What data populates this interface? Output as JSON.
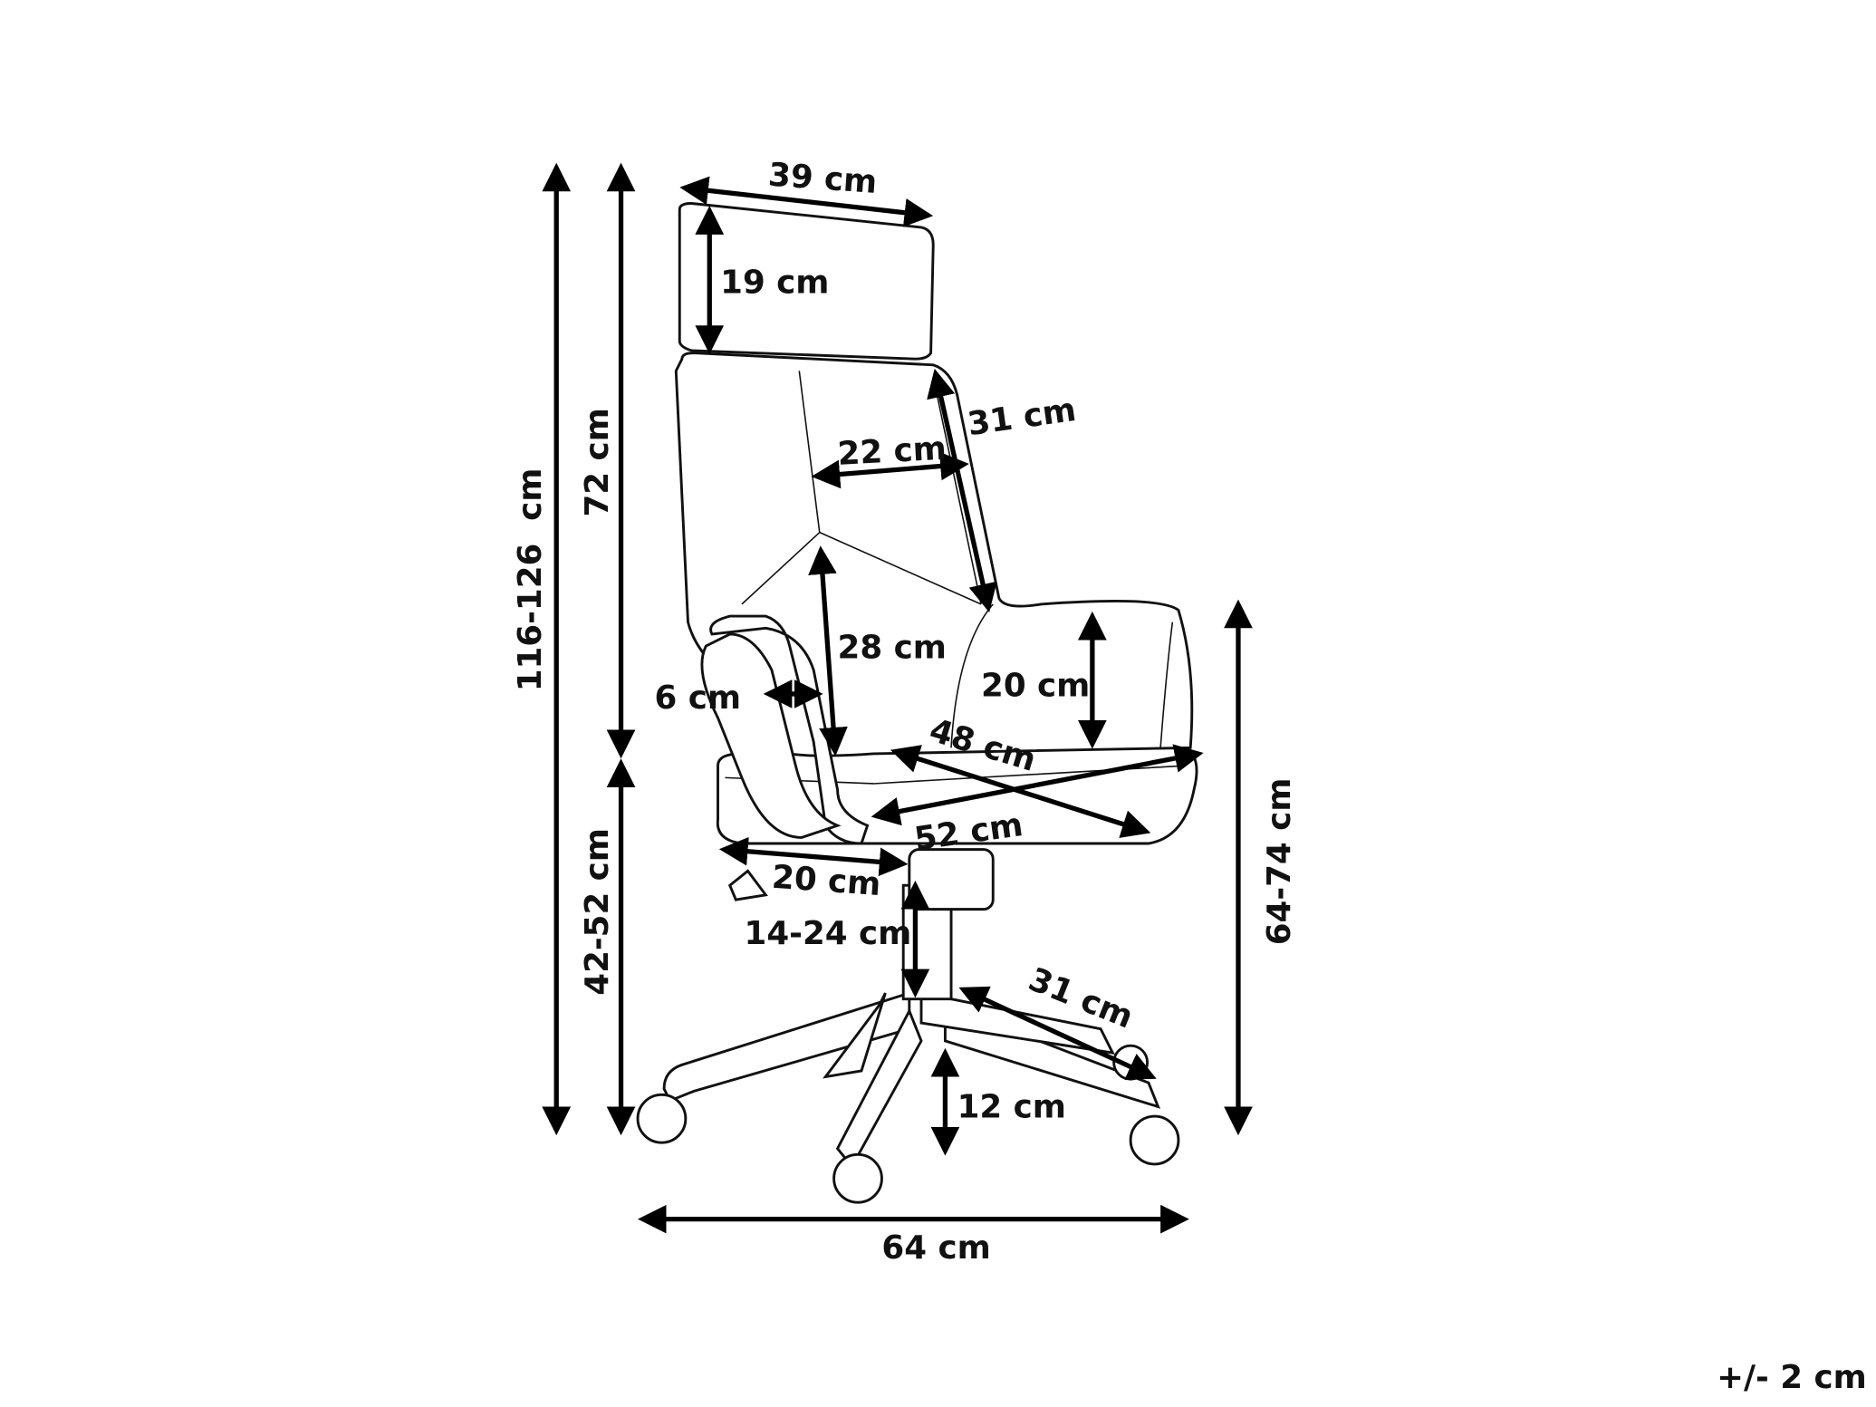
{
  "diagram": {
    "title": "Office chair dimensions",
    "tolerance": "+/- 2 cm",
    "dimensions": {
      "headrest_width": "39 cm",
      "headrest_height": "19 cm",
      "backrest_side_height": "31 cm",
      "backrest_width": "22 cm",
      "backrest_total_height": "72 cm",
      "total_height": "116-126  cm",
      "lumbar_height": "28 cm",
      "armrest_width": "6 cm",
      "armrest_height": "20 cm",
      "seat_depth": "48 cm",
      "seat_width": "52 cm",
      "armrest_length": "20 cm",
      "gas_lift": "14-24 cm",
      "seat_height": "42-52 cm",
      "armrest_floor_height": "64-74 cm",
      "base_leg": "31 cm",
      "base_height": "12 cm",
      "base_diameter": "64 cm"
    }
  }
}
